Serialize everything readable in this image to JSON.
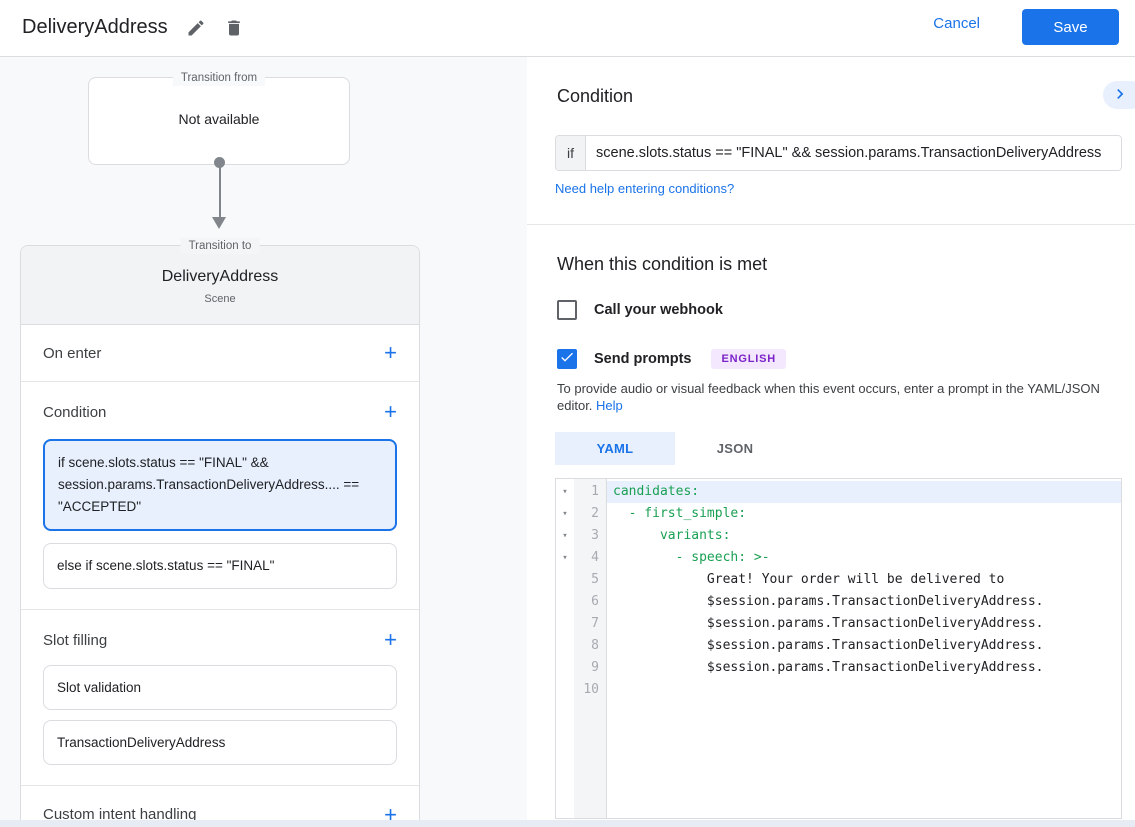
{
  "colors": {
    "accent": "#1a73e8",
    "accent_bg": "#e8f0fe",
    "yaml_green": "#1aa053",
    "badge_bg": "#f3e8fd",
    "badge_text": "#7c22c9"
  },
  "header": {
    "title": "DeliveryAddress",
    "cancel_label": "Cancel",
    "save_label": "Save"
  },
  "flow": {
    "from_box": {
      "legend": "Transition from",
      "text": "Not available"
    },
    "to_card": {
      "legend": "Transition to",
      "title": "DeliveryAddress",
      "subtitle": "Scene",
      "on_enter": {
        "label": "On enter",
        "add_label": "+"
      },
      "condition": {
        "label": "Condition",
        "add_label": "+",
        "active_item": "if scene.slots.status == \"FINAL\" && session.params.TransactionDeliveryAddress.... == \"ACCEPTED\"",
        "else_item": "else if scene.slots.status == \"FINAL\""
      },
      "slot_filling": {
        "label": "Slot filling",
        "add_label": "+",
        "items": [
          "Slot validation",
          "TransactionDeliveryAddress"
        ]
      },
      "custom_intent": {
        "label": "Custom intent handling",
        "add_label": "+"
      }
    }
  },
  "condition_panel": {
    "heading": "Condition",
    "if_label": "if",
    "if_value": "scene.slots.status == \"FINAL\" && session.params.TransactionDeliveryAddress",
    "help_link": "Need help entering conditions?"
  },
  "when_met": {
    "heading": "When this condition is met",
    "webhook": {
      "label": "Call your webhook",
      "checked": false
    },
    "prompts": {
      "label": "Send prompts",
      "checked": true,
      "badge": "ENGLISH"
    },
    "description": "To provide audio or visual feedback when this event occurs, enter a prompt in the YAML/JSON editor.",
    "description_link": "Help"
  },
  "editor": {
    "tabs": [
      {
        "label": "YAML",
        "active": true
      },
      {
        "label": "JSON",
        "active": false
      }
    ],
    "lines": [
      {
        "n": 1,
        "text": "candidates:",
        "type": "key",
        "fold": true,
        "active": true
      },
      {
        "n": 2,
        "text": "  - first_simple:",
        "type": "key",
        "fold": true
      },
      {
        "n": 3,
        "text": "      variants:",
        "type": "key",
        "fold": true
      },
      {
        "n": 4,
        "text": "        - speech: >-",
        "type": "key",
        "fold": true
      },
      {
        "n": 5,
        "text": "            Great! Your order will be delivered to",
        "type": "text"
      },
      {
        "n": 6,
        "text": "            $session.params.TransactionDeliveryAddress.",
        "type": "text"
      },
      {
        "n": 7,
        "text": "            $session.params.TransactionDeliveryAddress.",
        "type": "text"
      },
      {
        "n": 8,
        "text": "            $session.params.TransactionDeliveryAddress.",
        "type": "text"
      },
      {
        "n": 9,
        "text": "            $session.params.TransactionDeliveryAddress.",
        "type": "text"
      },
      {
        "n": 10,
        "text": "",
        "type": "text"
      }
    ]
  }
}
